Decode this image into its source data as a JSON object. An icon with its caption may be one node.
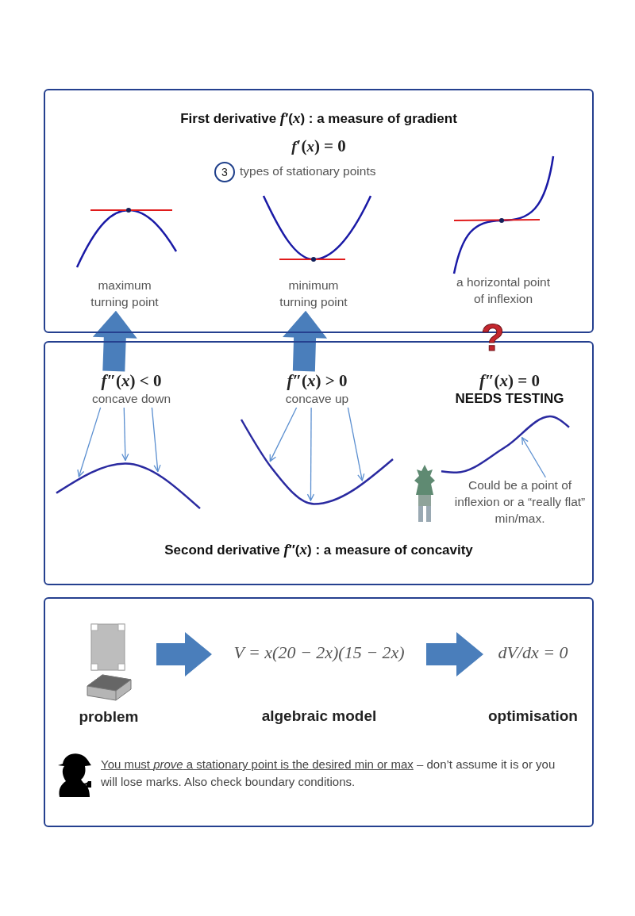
{
  "diagram": {
    "nodes": [
      {
        "text": [
          "First derivative *f*′(*x*) : a measure of gradient",
          "*f*′(*x*) = 0"
        ]
      },
      {
        "text": [
          "3"
        ],
        "in": 0,
        "beside": [
          "types of stationary points"
        ]
      },
      {
        "text": [
          "maximum turning point"
        ],
        "in": 0
      },
      {
        "text": [
          "minimum turning point"
        ],
        "in": 0
      },
      {
        "text": [
          "a horizontal point of inflexion"
        ],
        "in": 0
      },
      {
        "text": [
          "Second derivative *f*″(*x*) : a measure of concavity"
        ]
      },
      {
        "text": [
          "*f*″(*x*) < 0",
          "concave down"
        ],
        "in": 5
      },
      {
        "text": [
          "*f*″(*x*) > 0",
          "concave up"
        ],
        "in": 5
      },
      {
        "text": [
          "*f*″(*x*) = 0",
          "NEEDS TESTING"
        ],
        "in": 5
      },
      {
        "text": [],
        "shape": "curve",
        "in": 5
      },
      {
        "text": [],
        "shape": "curve",
        "in": 5
      },
      {
        "text": [],
        "shape": "curve",
        "in": 5
      },
      {
        "text": [
          "Could be a point of inflexion or a “really flat” min/max."
        ],
        "in": 5
      },
      {
        "text": [],
        "shape": "box"
      },
      {
        "text": [
          "problem"
        ],
        "in": 13
      },
      {
        "text": [
          "V = x(20 − 2x)(15 − 2x)",
          "algebraic model"
        ],
        "in": 13
      },
      {
        "text": [
          "*dV*/*dx* = 0",
          "optimisation"
        ],
        "in": 13
      }
    ],
    "edges": [
      {
        "from": 6,
        "to": 2,
        "arrow": "to",
        "style": "thick"
      },
      {
        "from": 7,
        "to": 3,
        "arrow": "to",
        "style": "thick"
      },
      {
        "from": 6,
        "to": 9,
        "arrow": "to"
      },
      {
        "from": 6,
        "to": 9,
        "arrow": "to"
      },
      {
        "from": 6,
        "to": 9,
        "arrow": "to"
      },
      {
        "from": 7,
        "to": 10,
        "arrow": "to"
      },
      {
        "from": 7,
        "to": 10,
        "arrow": "to"
      },
      {
        "from": 7,
        "to": 10,
        "arrow": "to"
      },
      {
        "from": 12,
        "to": 11,
        "arrow": "to"
      },
      {
        "from": 14,
        "to": 15,
        "arrow": "to",
        "style": "thick"
      },
      {
        "from": 15,
        "to": 16,
        "arrow": "to",
        "style": "thick"
      }
    ],
    "labels": [
      "You must *prove* a stationary point is the desired min or max",
      "– don’t assume it is or you will lose marks. Also check boundary conditions.",
      "?"
    ]
  }
}
